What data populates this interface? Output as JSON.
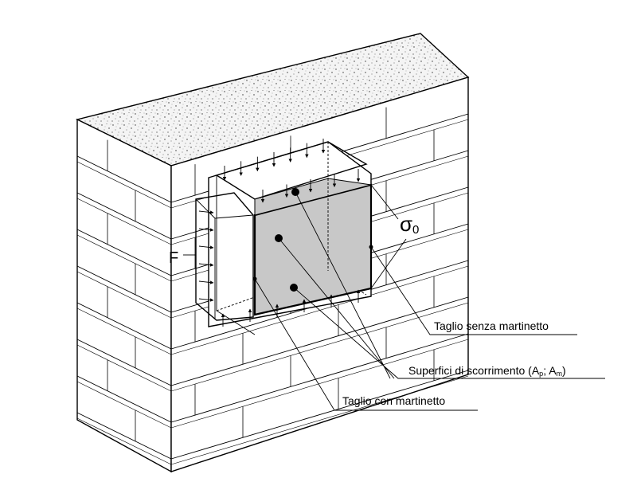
{
  "labels": {
    "sigma": "σ",
    "sigma_sub": "0",
    "force": "F",
    "cut_no_jack": "Taglio senza martinetto",
    "sliding_surfaces_main": "Superfici di scorrimento (A",
    "sliding_sub_p": "p",
    "sliding_sep": "; A",
    "sliding_sub_m": "m",
    "sliding_close": ")",
    "cut_with_jack": "Taglio con martinetto"
  },
  "colors": {
    "line": "#000000",
    "grout": "#f4f4f4",
    "shear_face": "#c8c8c8",
    "background": "#ffffff"
  }
}
